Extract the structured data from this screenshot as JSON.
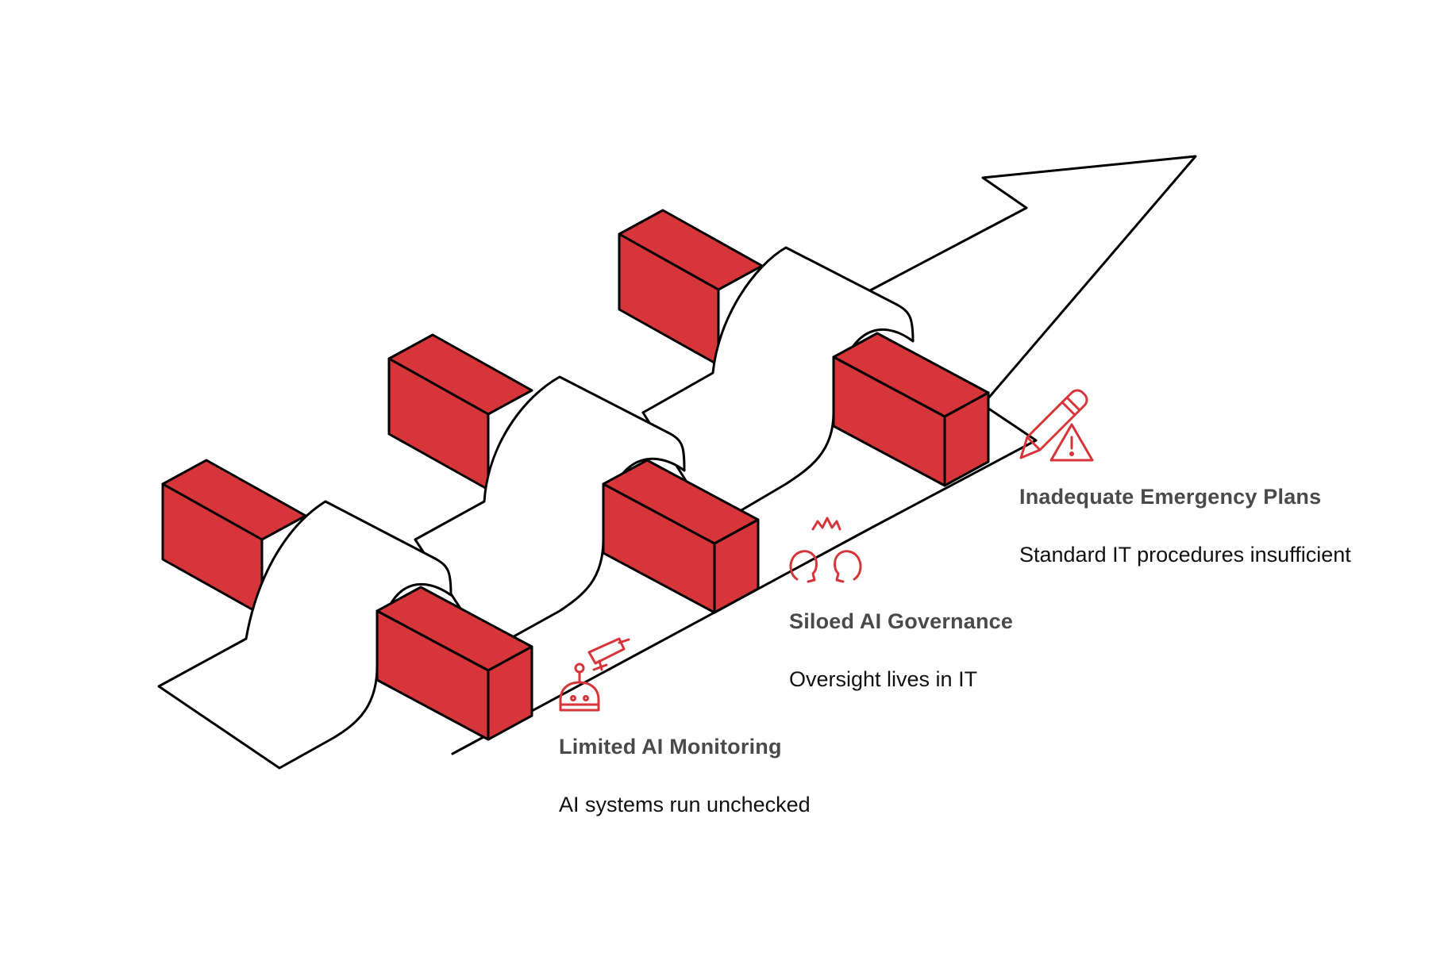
{
  "colors": {
    "accent": "#d6353a",
    "stroke": "#000000",
    "title_text": "#4a4a4a",
    "body_text": "#111111",
    "background": "#ffffff"
  },
  "items": [
    {
      "title": "Limited AI Monitoring",
      "description": "AI systems run unchecked",
      "icon": "robot-camera-icon"
    },
    {
      "title": "Siloed AI Governance",
      "description": "Oversight lives in IT",
      "icon": "people-conflict-icon"
    },
    {
      "title": "Inadequate Emergency Plans",
      "description": "Standard IT procedures insufficient",
      "icon": "pencil-warning-icon"
    }
  ]
}
